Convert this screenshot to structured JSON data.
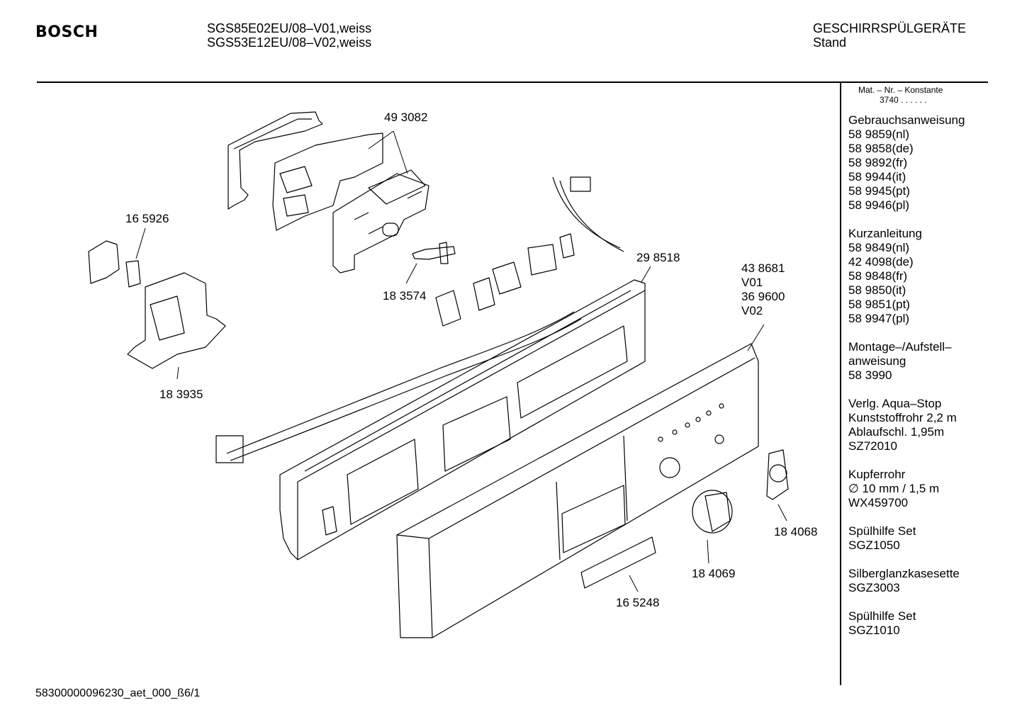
{
  "header": {
    "brand": "BOSCH",
    "model_line_1": "SGS85E02EU/08–V01,weiss",
    "model_line_2": "SGS53E12EU/08–V02,weiss",
    "category_line_1": "GESCHIRRSPÜLGERÄTE",
    "category_line_2": "Stand"
  },
  "sidebar": {
    "konstante_label": "Mat. – Nr. – Konstante",
    "konstante_value": "3740 . . . . . .",
    "groups": [
      {
        "lines": [
          "Gebrauchsanweisung",
          "58 9859(nl)",
          "58 9858(de)",
          "58 9892(fr)",
          "58 9944(it)",
          "58 9945(pt)",
          "58 9946(pl)"
        ]
      },
      {
        "lines": [
          "Kurzanleitung",
          "58 9849(nl)",
          "42 4098(de)",
          "58 9848(fr)",
          "58 9850(it)",
          "58 9851(pt)",
          "58 9947(pl)"
        ]
      },
      {
        "lines": [
          "Montage–/Aufstell–",
          "anweisung",
          "58 3990"
        ]
      },
      {
        "lines": [
          "Verlg. Aqua–Stop",
          "Kunststoffrohr 2,2 m",
          "Ablaufschl. 1,95m",
          "SZ72010"
        ]
      },
      {
        "lines": [
          "Kupferrohr",
          "∅ 10 mm / 1,5 m",
          "WX459700"
        ]
      },
      {
        "lines": [
          "Spülhilfe Set",
          "SGZ1050"
        ]
      },
      {
        "lines": [
          "Silberglanzkasesette",
          "SGZ3003"
        ]
      },
      {
        "lines": [
          "Spülhilfe Set",
          "SGZ1010"
        ]
      }
    ]
  },
  "parts": {
    "p493082": "49 3082",
    "p165926": "16 5926",
    "p183574": "18 3574",
    "p298518": "29 8518",
    "p438681": "43 8681",
    "v01": "V01",
    "p369600": "36 9600",
    "v02": "V02",
    "p183935": "18 3935",
    "p184068": "18 4068",
    "p184069": "18 4069",
    "p165248": "16 5248"
  },
  "footer": {
    "doc_id": "58300000096230_aet_000_ß6/1"
  }
}
